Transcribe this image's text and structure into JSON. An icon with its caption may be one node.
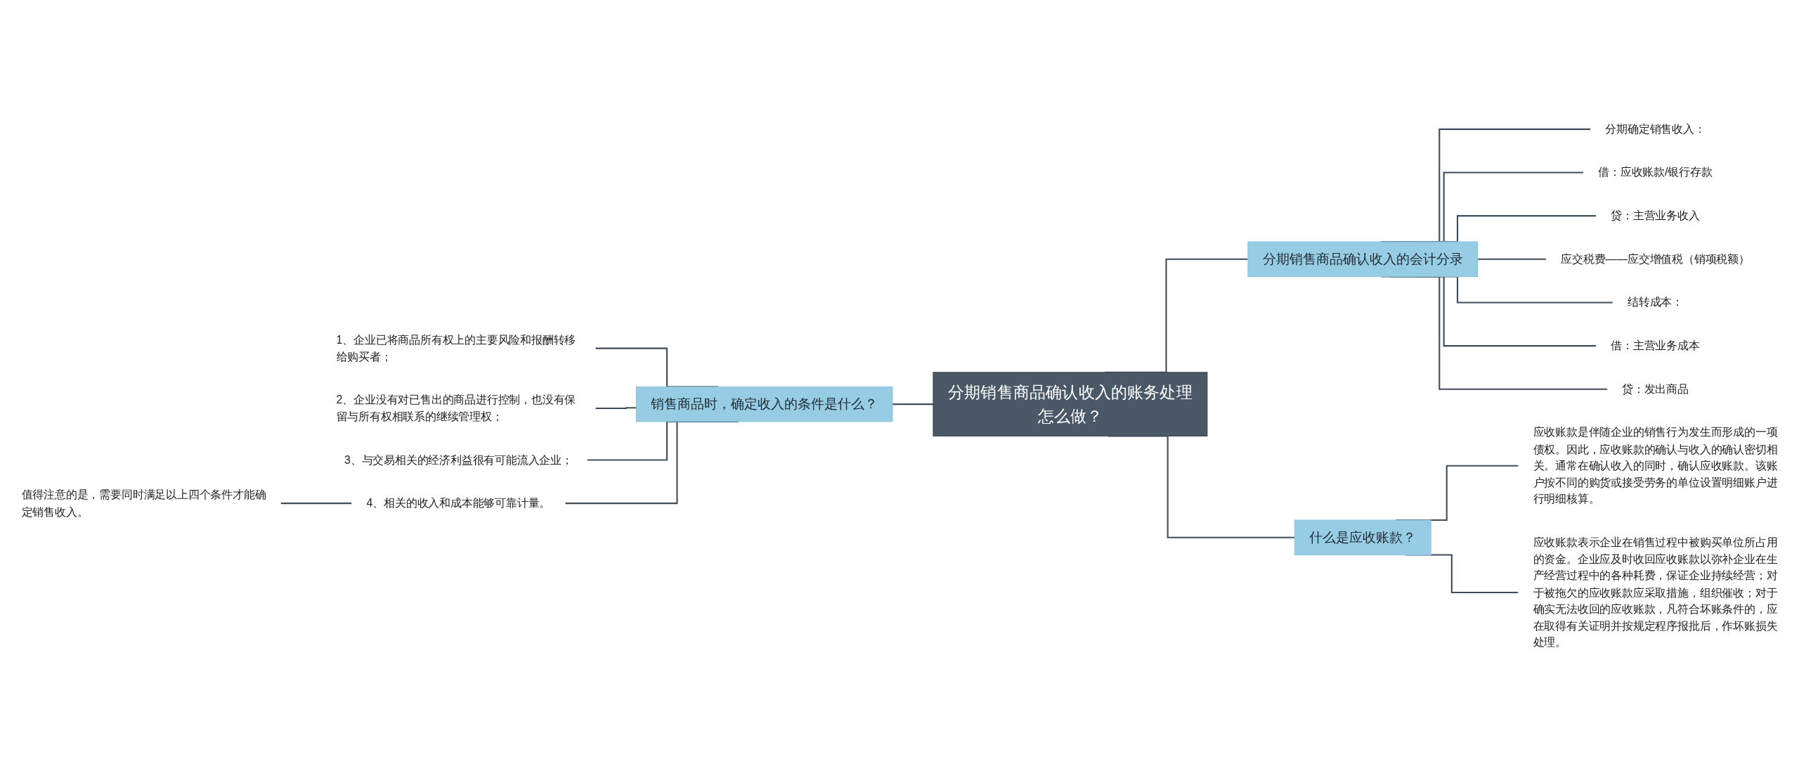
{
  "diagram": {
    "nodes": [
      {
        "text": [
          "分期销售商品确认收入的账务处理怎么做？"
        ]
      },
      {
        "text": [
          "销售商品时，确定收入的条件是什么？"
        ]
      },
      {
        "text": [
          "1、企业已将商品所有权上的主要风险和报酬转移给购买者；"
        ]
      },
      {
        "text": [
          "2、企业没有对已售出的商品进行控制，也没有保留与所有权相联系的继续管理权；"
        ]
      },
      {
        "text": [
          "3、与交易相关的经济利益很有可能流入企业；"
        ]
      },
      {
        "text": [
          "4、相关的收入和成本能够可靠计量。"
        ]
      },
      {
        "text": [
          "值得注意的是，需要同时满足以上四个条件才能确定销售收入。"
        ]
      },
      {
        "text": [
          "分期销售商品确认收入的会计分录"
        ]
      },
      {
        "text": [
          "分期确定销售收入："
        ]
      },
      {
        "text": [
          "借：应收账款/银行存款"
        ]
      },
      {
        "text": [
          "贷：主营业务收入"
        ]
      },
      {
        "text": [
          "应交税费——应交增值税（销项税额）"
        ]
      },
      {
        "text": [
          "结转成本："
        ]
      },
      {
        "text": [
          "借：主营业务成本"
        ]
      },
      {
        "text": [
          "贷：发出商品"
        ]
      },
      {
        "text": [
          "什么是应收账款？"
        ]
      },
      {
        "text": [
          "应收账款是伴随企业的销售行为发生而形成的一项债权。因此，应收账款的确认与收入的确认密切相关。通常在确认收入的同时，确认应收账款。该账户按不同的购货或接受劳务的单位设置明细账户进行明细核算。"
        ]
      },
      {
        "text": [
          "应收账款表示企业在销售过程中被购买单位所占用的资金。企业应及时收回应收账款以弥补企业在生产经营过程中的各种耗费，保证企业持续经营；对于被拖欠的应收账款应采取措施，组织催收；对于确实无法收回的应收账款，凡符合坏账条件的，应在取得有关证明并按规定程序报批后，作坏账损失处理。"
        ]
      }
    ],
    "edges": [
      {
        "from": 1,
        "to": 0,
        "arrow": "none"
      },
      {
        "from": 2,
        "to": 1,
        "arrow": "none"
      },
      {
        "from": 3,
        "to": 1,
        "arrow": "none"
      },
      {
        "from": 4,
        "to": 1,
        "arrow": "none"
      },
      {
        "from": 5,
        "to": 1,
        "arrow": "none"
      },
      {
        "from": 6,
        "to": 5,
        "arrow": "none"
      },
      {
        "from": 0,
        "to": 7,
        "arrow": "none"
      },
      {
        "from": 7,
        "to": 8,
        "arrow": "none"
      },
      {
        "from": 7,
        "to": 9,
        "arrow": "none"
      },
      {
        "from": 7,
        "to": 10,
        "arrow": "none"
      },
      {
        "from": 7,
        "to": 11,
        "arrow": "none"
      },
      {
        "from": 7,
        "to": 12,
        "arrow": "none"
      },
      {
        "from": 7,
        "to": 13,
        "arrow": "none"
      },
      {
        "from": 7,
        "to": 14,
        "arrow": "none"
      },
      {
        "from": 0,
        "to": 15,
        "arrow": "none"
      },
      {
        "from": 15,
        "to": 16,
        "arrow": "none"
      },
      {
        "from": 15,
        "to": 17,
        "arrow": "none"
      }
    ]
  }
}
